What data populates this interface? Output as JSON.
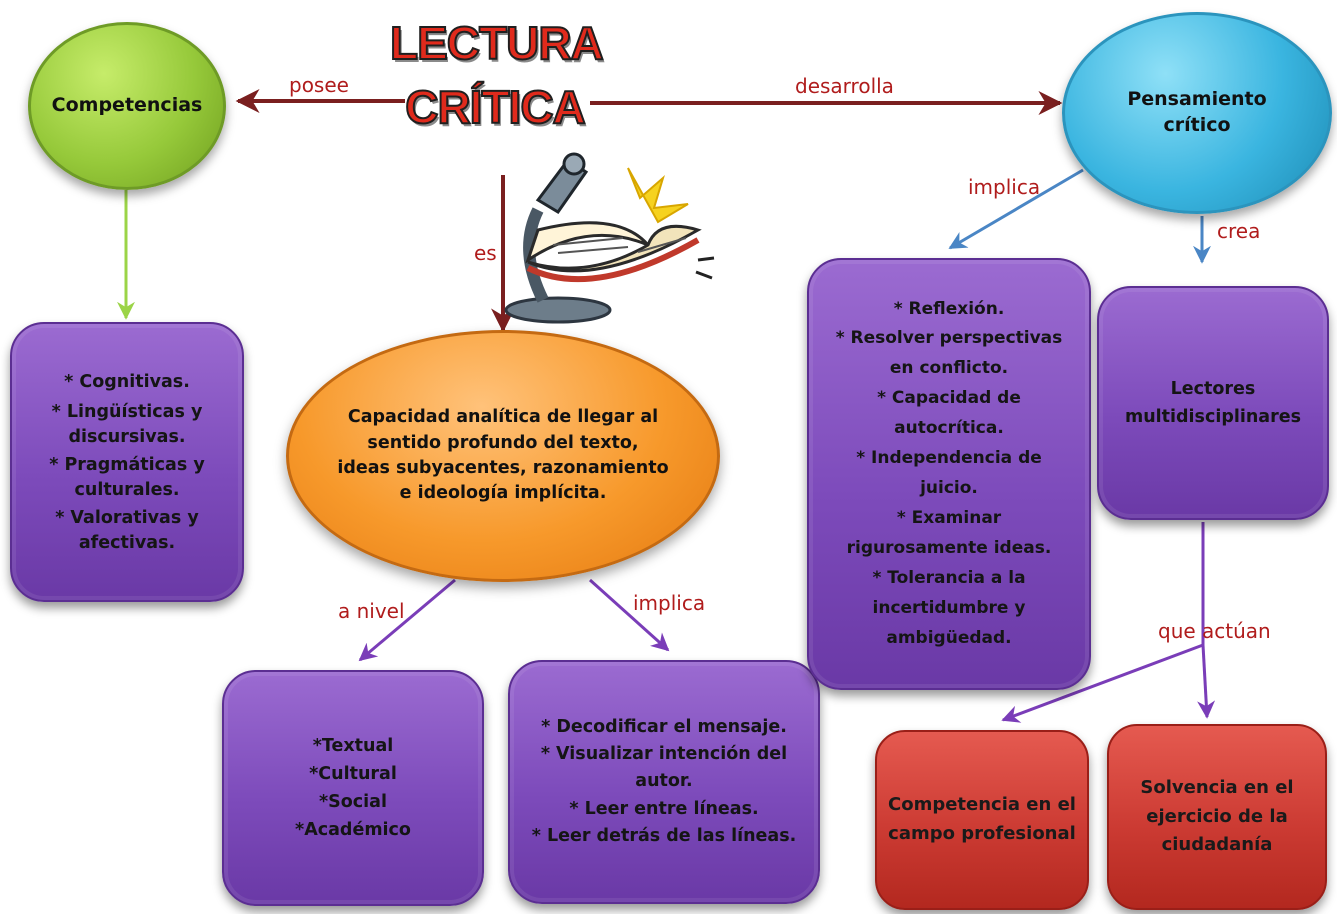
{
  "title": {
    "line1": "LECTURA",
    "line2": "CRÍTICA"
  },
  "nodes": {
    "competencias": "Competencias",
    "pensamiento": [
      "Pensamiento",
      "crítico"
    ],
    "capacidad": [
      "Capacidad analítica de llegar al",
      "sentido  profundo del texto,",
      "ideas subyacentes, razonamiento",
      "e ideología implícita."
    ],
    "competencias_list": [
      "* Cognitivas.",
      "* Lingüísticas  y",
      "discursivas.",
      "* Pragmáticas y",
      "culturales.",
      "* Valorativas y",
      "afectivas."
    ],
    "niveles": [
      "*Textual",
      "*Cultural",
      "*Social",
      "*Académico"
    ],
    "implica_list": [
      "* Decodificar el mensaje.",
      "* Visualizar intención del",
      "autor.",
      "* Leer entre líneas.",
      "* Leer detrás de las líneas."
    ],
    "pensamiento_list": [
      "* Reflexión.",
      "* Resolver perspectivas",
      "en conflicto.",
      "* Capacidad de",
      "autocrítica.",
      "* Independencia de",
      "juicio.",
      "* Examinar",
      "rigurosamente ideas.",
      "* Tolerancia a la",
      "incertidumbre y",
      "ambigüedad."
    ],
    "lectores": [
      "Lectores",
      "multidisciplinares"
    ],
    "competencia_profesional": [
      "Competencia en el",
      "campo profesional"
    ],
    "solvencia": [
      "Solvencia en el",
      "ejercicio de la",
      "ciudadanía"
    ]
  },
  "edges": {
    "posee": "posee",
    "desarrolla": "desarrolla",
    "es": "es",
    "implica_left": "implica",
    "crea": "crea",
    "a_nivel": "a nivel",
    "implica_center": "implica",
    "que_actuan": "que actúan"
  },
  "colors": {
    "maroon_arrow": "#7a1f1f",
    "green_arrow": "#9bd447",
    "blue_arrow": "#4a86c5",
    "purple_arrow": "#7a3db8",
    "label_red": "#b01c1c"
  }
}
